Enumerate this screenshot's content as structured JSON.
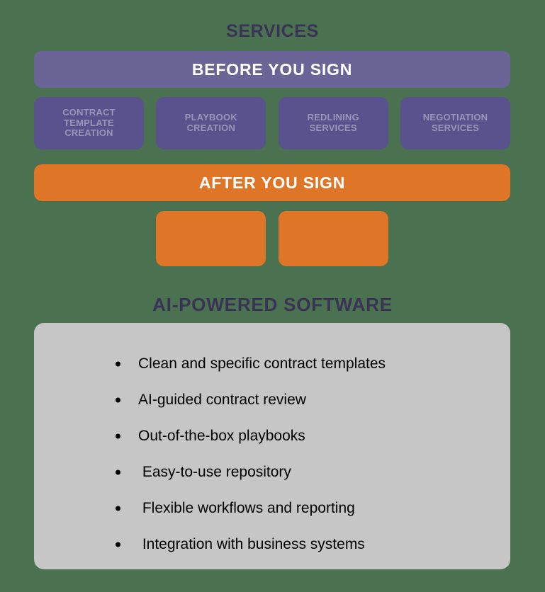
{
  "background_color": "#4a7150",
  "colors": {
    "background_green": "#4a7150",
    "header_purple": "#6b6496",
    "box_purple": "#5a528c",
    "accent_orange": "#df7526",
    "panel_gray": "#c6c6c6",
    "heading_navy": "#3a3356",
    "muted_label": "#9995b7"
  },
  "services": {
    "heading": "SERVICES",
    "before": {
      "banner_label": "BEFORE YOU SIGN",
      "items": [
        {
          "label": "CONTRACT\nTEMPLATE\nCREATION"
        },
        {
          "label": "PLAYBOOK\nCREATION"
        },
        {
          "label": "REDLINING\nSERVICES"
        },
        {
          "label": "NEGOTIATION\nSERVICES"
        }
      ]
    },
    "after": {
      "banner_label": "AFTER YOU SIGN",
      "items": [
        {
          "label": ""
        },
        {
          "label": ""
        }
      ]
    }
  },
  "software": {
    "heading": "AI-POWERED SOFTWARE",
    "features": [
      {
        "text": "Clean and specific contract templates"
      },
      {
        "text": "AI-guided contract review"
      },
      {
        "text": "Out-of-the-box playbooks"
      },
      {
        "text": " Easy-to-use repository"
      },
      {
        "text": " Flexible workflows and reporting"
      },
      {
        "text": " Integration with business systems"
      }
    ]
  }
}
